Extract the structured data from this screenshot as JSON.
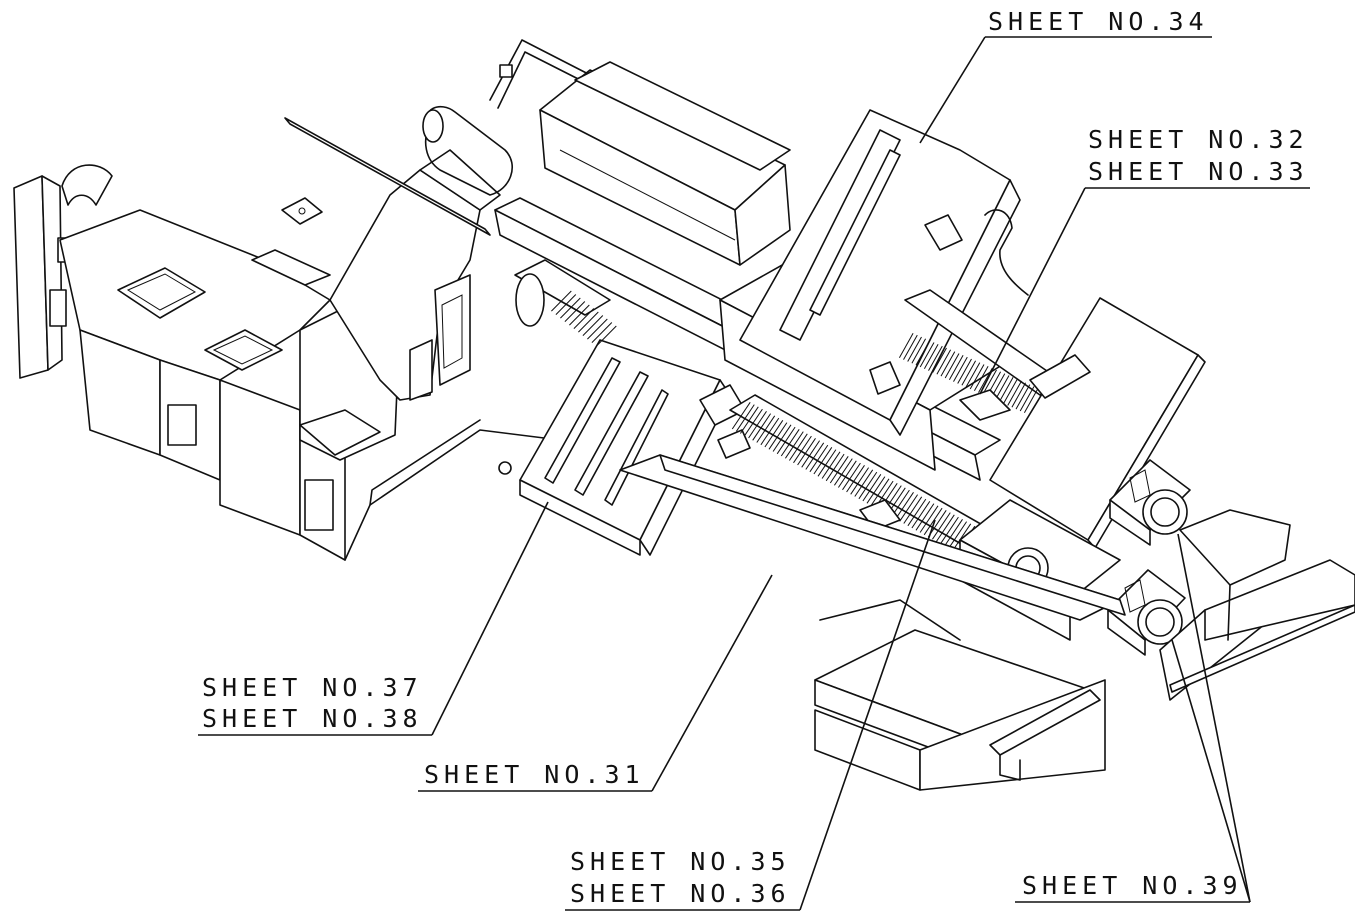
{
  "diagram": {
    "labels": {
      "sheet_34": "SHEET NO.34",
      "sheet_32": "SHEET NO.32",
      "sheet_33": "SHEET NO.33",
      "sheet_37": "SHEET NO.37",
      "sheet_38": "SHEET NO.38",
      "sheet_31": "SHEET NO.31",
      "sheet_35": "SHEET NO.35",
      "sheet_36": "SHEET NO.36",
      "sheet_39": "SHEET NO.39"
    },
    "line_color": "#111111",
    "background_color": "#ffffff"
  }
}
